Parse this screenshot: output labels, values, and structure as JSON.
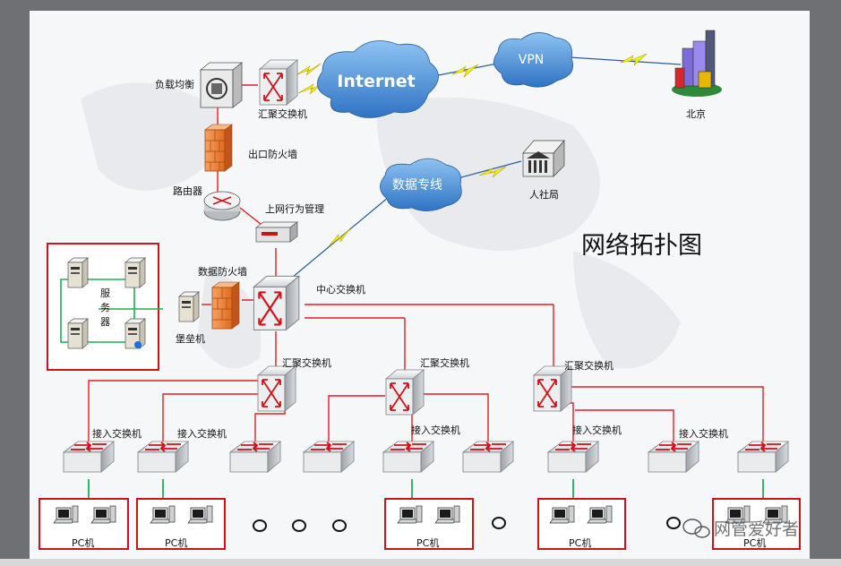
{
  "diagram": {
    "title": "网络拓扑图",
    "clouds": {
      "internet": "Internet",
      "vpn": "VPN",
      "dedicated_line": "数据专线"
    },
    "labels": {
      "load_balancer": "负载均衡",
      "top_aggregation_switch": "汇聚交换机",
      "beijing": "北京",
      "egress_firewall": "出口防火墙",
      "router": "路由器",
      "behavior_mgmt": "上网行为管理",
      "social_security_bureau": "人社局",
      "data_firewall": "数据防火墙",
      "core_switch": "中心交换机",
      "servers": "服务器",
      "bastion": "堡垒机",
      "agg_switch_1": "汇聚交换机",
      "agg_switch_2": "汇聚交换机",
      "agg_switch_3": "汇聚交换机",
      "access_switch_1": "接入交换机",
      "access_switch_2": "接入交换机",
      "access_switch_3": "接入交换机",
      "access_switch_4": "接入交换机",
      "access_switch_5": "接入交换机",
      "pc_group_1": "PC机",
      "pc_group_2": "PC机",
      "pc_group_3": "PC机",
      "pc_group_4": "PC机",
      "pc_group_5": "PC机"
    },
    "watermark": "网管爱好者",
    "colors": {
      "link": "#e31e24",
      "server_link": "#1fae55",
      "wan_link": "#2a5d9c",
      "lightning": "#f2f21a",
      "cloud": "#4a90d9"
    }
  }
}
